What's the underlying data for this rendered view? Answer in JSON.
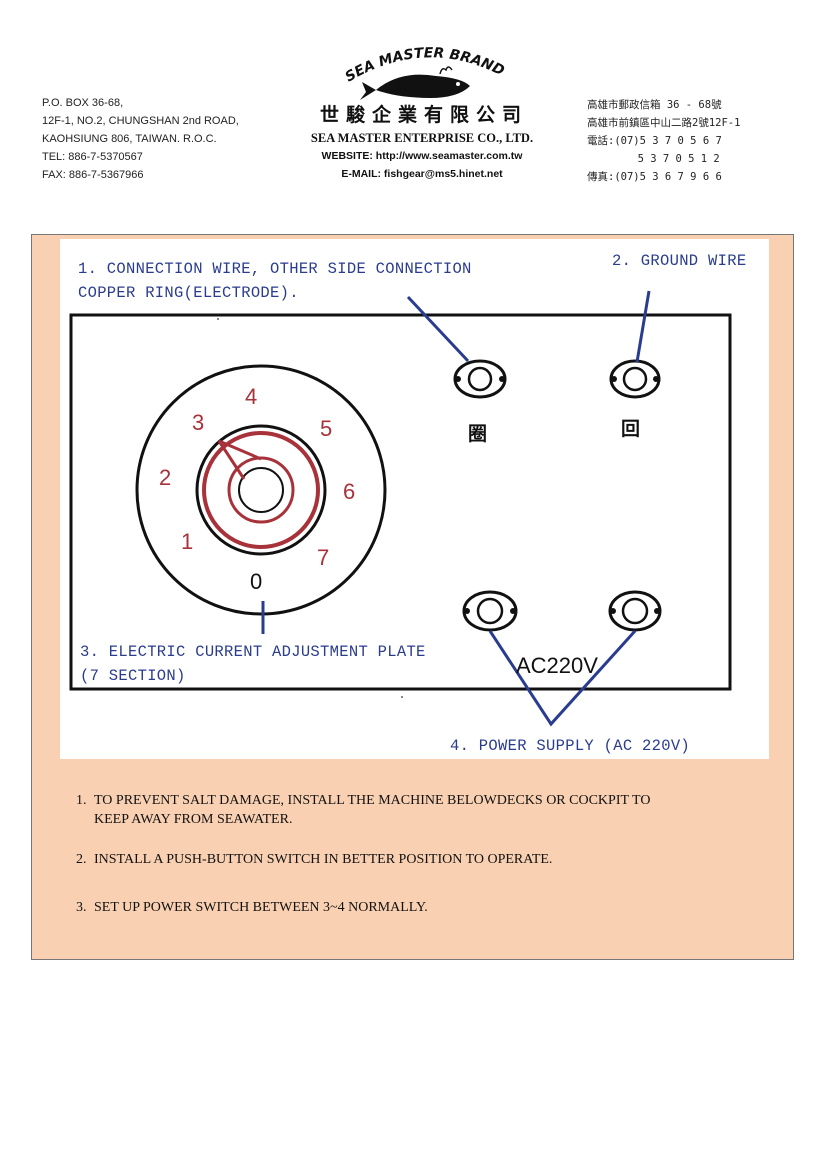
{
  "header": {
    "address_left": [
      "P.O. BOX 36-68,",
      "12F-1, NO.2, CHUNGSHAN 2nd ROAD,",
      "KAOHSIUNG 806, TAIWAN. R.O.C.",
      "TEL: 886-7-5370567",
      "FAX: 886-7-5367966"
    ],
    "brand_logo_text": "SEA MASTER BRAND",
    "company_name_cjk": "世駿企業有限公司",
    "company_name_en": "SEA MASTER ENTERPRISE CO., LTD.",
    "website": "WEBSITE: http://www.seamaster.com.tw",
    "email": "E-MAIL: fishgear@ms5.hinet.net",
    "address_right": [
      "高雄市郵政信箱 36 - 68號",
      "高雄市前鎮區中山二路2號12F-1",
      "電話:(07)5 3 7 0 5 6 7",
      "        5 3 7 0 5 1 2",
      "傳真:(07)5 3 6 7 9 6 6"
    ]
  },
  "diagram": {
    "label_1_line1": "1. CONNECTION WIRE, OTHER SIDE CONNECTION",
    "label_1_line2": "COPPER RING(ELECTRODE).",
    "label_2": "2. GROUND WIRE",
    "label_3_line1": "3. ELECTRIC CURRENT ADJUSTMENT PLATE",
    "label_3_line2": "(7 SECTION)",
    "label_4": "4. POWER SUPPLY (AC 220V)",
    "terminal_label_1": "圈",
    "terminal_label_2": "回",
    "ac_label": "AC220V",
    "dial_numbers": [
      "0",
      "1",
      "2",
      "3",
      "4",
      "5",
      "6",
      "7"
    ],
    "colors": {
      "label_blue": "#2a3c8e",
      "dial_red": "#a8323a",
      "panel_peach": "#f9d1b2"
    }
  },
  "notes": [
    {
      "num": "1.",
      "line1": "TO PREVENT SALT DAMAGE, INSTALL THE MACHINE BELOWDECKS OR COCKPIT TO",
      "line2": "KEEP AWAY FROM SEAWATER."
    },
    {
      "num": "2.",
      "line1": "INSTALL A PUSH-BUTTON SWITCH IN BETTER POSITION TO OPERATE."
    },
    {
      "num": "3.",
      "line1": "SET UP POWER SWITCH BETWEEN 3~4 NORMALLY."
    }
  ]
}
